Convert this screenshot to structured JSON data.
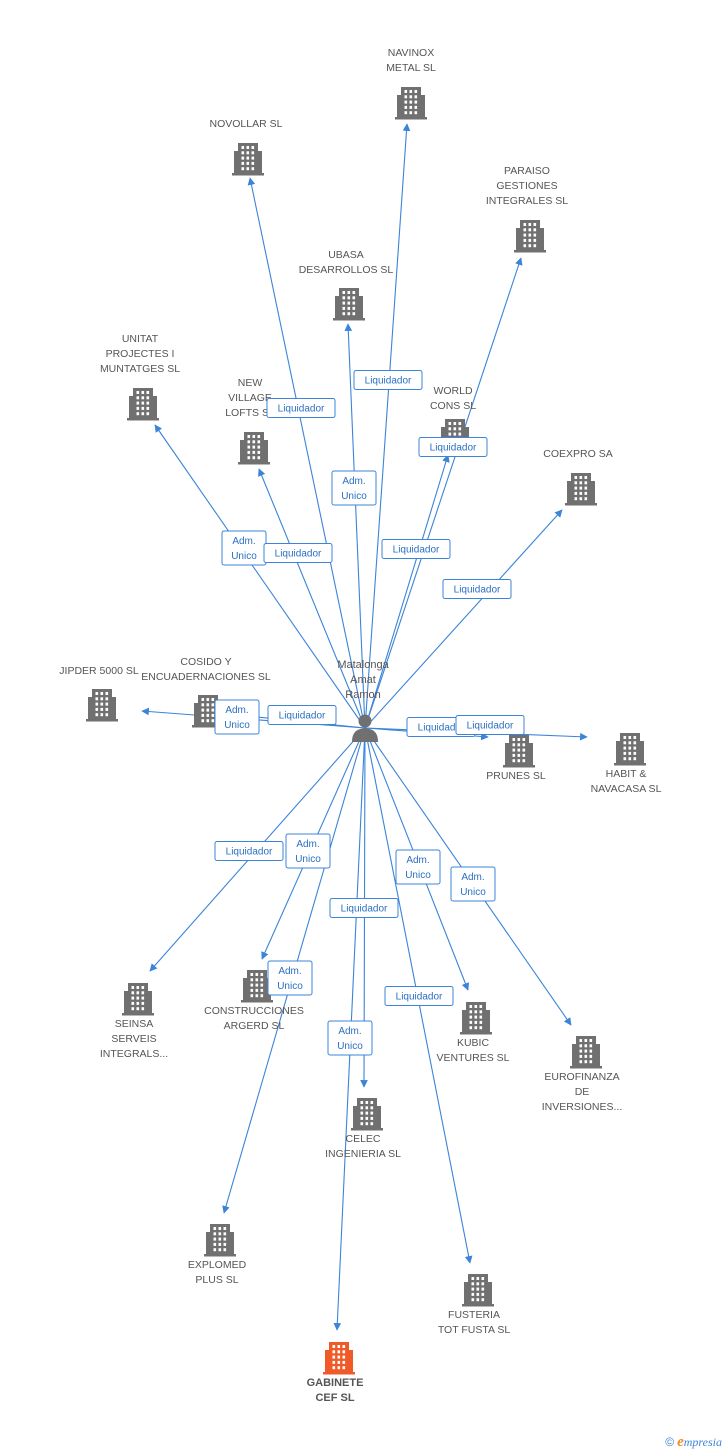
{
  "center": {
    "name_lines": [
      "Matalonga",
      "Amat",
      "Ramon"
    ],
    "icon": "person-icon"
  },
  "colors": {
    "edge": "#3b84d8",
    "building": "#707070",
    "highlight": "#f05a28",
    "label": "#555555"
  },
  "companies": [
    {
      "id": "navinox",
      "lines": [
        "NAVINOX",
        "METAL  SL"
      ]
    },
    {
      "id": "novollar",
      "lines": [
        "NOVOLLAR SL"
      ]
    },
    {
      "id": "paraiso",
      "lines": [
        "PARAISO",
        "GESTIONES",
        "INTEGRALES SL"
      ]
    },
    {
      "id": "ubasa",
      "lines": [
        "UBASA",
        "DESARROLLOS SL"
      ]
    },
    {
      "id": "unitat",
      "lines": [
        "UNITAT",
        "PROJECTES I",
        "MUNTATGES SL"
      ]
    },
    {
      "id": "newvillage",
      "lines": [
        "NEW",
        "VILLAGE",
        "LOFTS SL"
      ]
    },
    {
      "id": "worldcons",
      "lines": [
        "WORLD",
        "CONS SL"
      ]
    },
    {
      "id": "coexpro",
      "lines": [
        "COEXPRO SA"
      ]
    },
    {
      "id": "jipder",
      "lines": [
        "JIPDER 5000 SL"
      ]
    },
    {
      "id": "cosido",
      "lines": [
        "COSIDO Y",
        "ENCUADERNACIONES SL"
      ]
    },
    {
      "id": "prunes",
      "lines": [
        "PRUNES SL"
      ]
    },
    {
      "id": "habit",
      "lines": [
        "HABIT &",
        "NAVACASA SL"
      ]
    },
    {
      "id": "seinsa",
      "lines": [
        "SEINSA",
        "SERVEIS",
        "INTEGRALS..."
      ]
    },
    {
      "id": "argerd",
      "lines": [
        "CONSTRUCCIONES",
        "ARGERD SL"
      ]
    },
    {
      "id": "kubic",
      "lines": [
        "KUBIC",
        "VENTURES SL"
      ]
    },
    {
      "id": "eurofinanza",
      "lines": [
        "EUROFINANZA",
        "DE",
        "INVERSIONES..."
      ]
    },
    {
      "id": "celec",
      "lines": [
        "CELEC",
        "INGENIERIA SL"
      ]
    },
    {
      "id": "explomed",
      "lines": [
        "EXPLOMED",
        "PLUS SL"
      ]
    },
    {
      "id": "fusteria",
      "lines": [
        "FUSTERIA",
        "TOT FUSTA SL"
      ]
    },
    {
      "id": "gabinete",
      "lines": [
        "GABINETE",
        "CEF SL"
      ],
      "highlight": true
    }
  ],
  "relations": [
    {
      "target": "navinox",
      "lines": [
        "Liquidador"
      ]
    },
    {
      "target": "novollar",
      "lines": [
        "Liquidador"
      ]
    },
    {
      "target": "paraiso",
      "lines": [
        "Liquidador"
      ]
    },
    {
      "target": "ubasa",
      "lines": [
        "Adm.",
        "Unico"
      ]
    },
    {
      "target": "unitat",
      "lines": [
        "Adm.",
        "Unico"
      ]
    },
    {
      "target": "newvillage",
      "lines": [
        "Liquidador"
      ]
    },
    {
      "target": "worldcons",
      "lines": [
        "Liquidador"
      ]
    },
    {
      "target": "coexpro",
      "lines": [
        "Liquidador"
      ]
    },
    {
      "target": "jipder",
      "lines": [
        "Adm.",
        "Unico"
      ]
    },
    {
      "target": "cosido",
      "lines": [
        "Liquidador"
      ]
    },
    {
      "target": "prunes",
      "lines": [
        "Liquidador"
      ]
    },
    {
      "target": "habit",
      "lines": [
        "Liquidador"
      ]
    },
    {
      "target": "seinsa",
      "lines": [
        "Liquidador"
      ]
    },
    {
      "target": "argerd",
      "lines": [
        "Adm.",
        "Unico"
      ]
    },
    {
      "target": "kubic",
      "lines": [
        "Adm.",
        "Unico"
      ]
    },
    {
      "target": "eurofinanza",
      "lines": [
        "Adm.",
        "Unico"
      ]
    },
    {
      "target": "celec",
      "lines": [
        "Liquidador"
      ]
    },
    {
      "target": "explomed",
      "lines": [
        "Adm.",
        "Unico"
      ]
    },
    {
      "target": "fusteria",
      "lines": [
        "Liquidador"
      ]
    },
    {
      "target": "gabinete",
      "lines": [
        "Adm.",
        "Unico"
      ]
    }
  ],
  "footer": {
    "copyright": "©",
    "brand_initial": "e",
    "brand_rest": "mpresia"
  }
}
